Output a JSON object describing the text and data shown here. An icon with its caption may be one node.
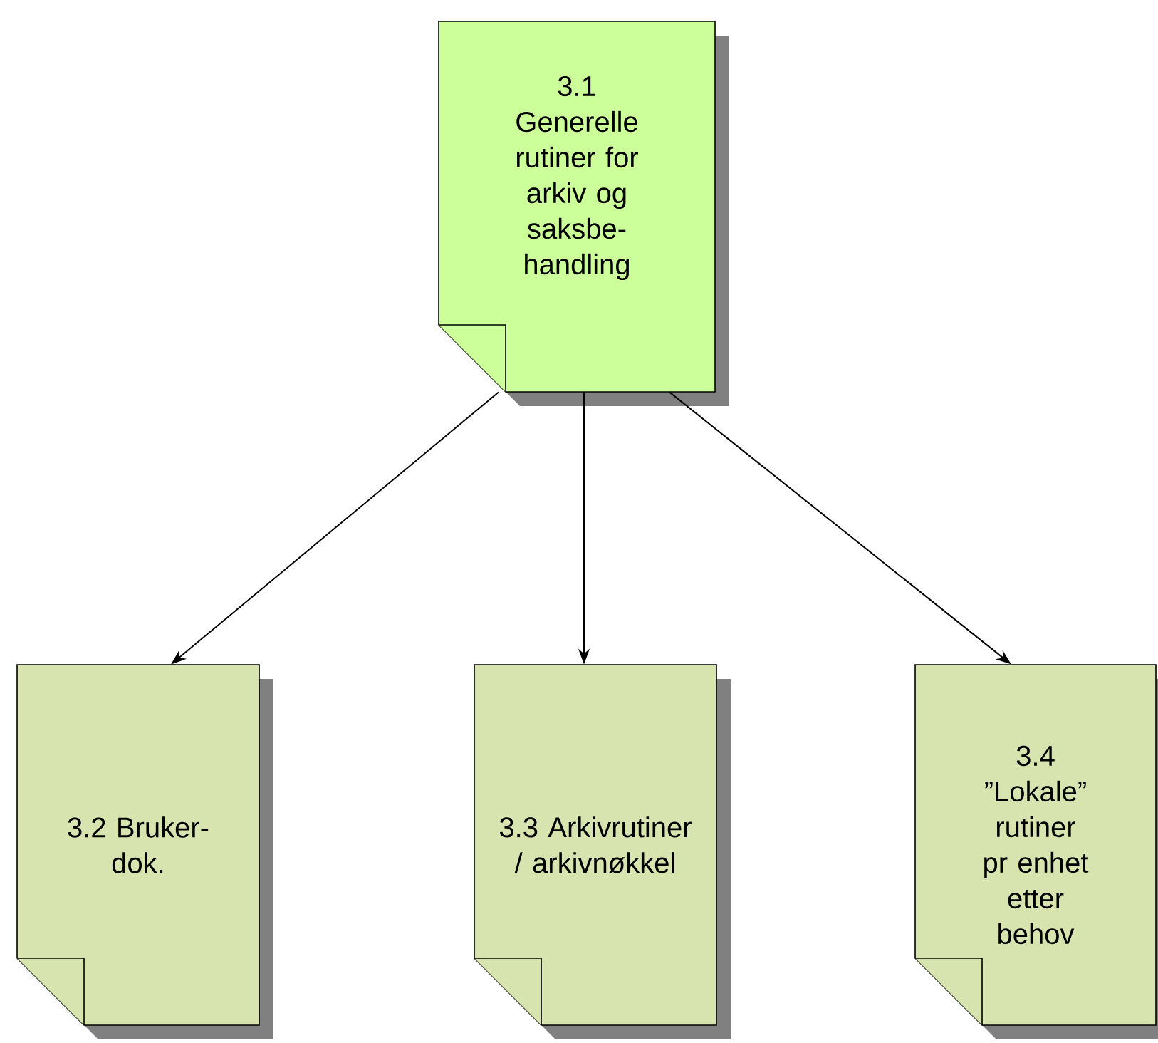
{
  "diagram": {
    "nodes": [
      {
        "text": [
          "3.1 Generelle rutiner for arkiv og saksbe- handling"
        ]
      },
      {
        "text": [
          "3.2 Bruker-dok."
        ]
      },
      {
        "text": [
          "3.3 Arkivrutiner / arkivnøkkel"
        ]
      },
      {
        "text": [
          "3.4 ”Lokale” rutiner pr enhet etter behov"
        ]
      }
    ],
    "edges": [
      {
        "from": 0,
        "to": 1,
        "arrow": "to"
      },
      {
        "from": 0,
        "to": 2,
        "arrow": "to"
      },
      {
        "from": 0,
        "to": 3,
        "arrow": "to"
      }
    ]
  }
}
